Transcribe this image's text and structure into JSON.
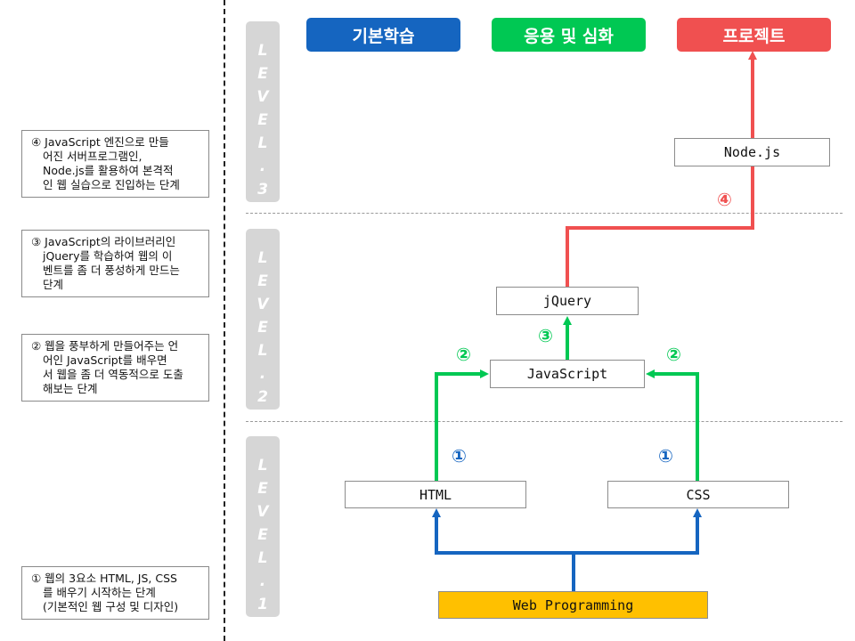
{
  "categories": [
    {
      "label": "기본학습",
      "color": "#1565c0"
    },
    {
      "label": "응용 및 심화",
      "color": "#00c853"
    },
    {
      "label": "프로젝트",
      "color": "#f05050"
    }
  ],
  "levels": [
    {
      "letters": [
        "L",
        "E",
        "V",
        "E",
        "L",
        ".",
        "3"
      ]
    },
    {
      "letters": [
        "L",
        "E",
        "V",
        "E",
        "L",
        ".",
        "2"
      ]
    },
    {
      "letters": [
        "L",
        "E",
        "V",
        "E",
        "L",
        ".",
        "1"
      ]
    }
  ],
  "notes": [
    {
      "lines": [
        "④ JavaScript 엔진으로 만들",
        "어진 서버프로그램인,",
        "Node.js를 활용하여 본격적",
        "인 웹 실습으로 진입하는 단계"
      ]
    },
    {
      "lines": [
        "③ JavaScript의 라이브러리인",
        "jQuery를 학습하여 웹의 이",
        "벤트를 좀 더 풍성하게 만드는",
        "단계"
      ]
    },
    {
      "lines": [
        "② 웹을 풍부하게 만들어주는 언",
        "어인 JavaScript를 배우면",
        "서 웹을 좀 더 역동적으로 도출",
        "해보는 단계"
      ]
    },
    {
      "lines": [
        "① 웹의 3요소 HTML, JS, CSS",
        "를 배우기 시작하는 단계",
        "(기본적인 웹 구성 및 디자인)"
      ]
    }
  ],
  "nodes": {
    "nodejs": "Node.js",
    "jquery": "jQuery",
    "javascript": "JavaScript",
    "html": "HTML",
    "css": "CSS",
    "web": "Web Programming"
  },
  "steps": {
    "step4": "④",
    "step3": "③",
    "step2_left": "②",
    "step2_right": "②",
    "step1_left": "①",
    "step1_right": "①"
  },
  "colors": {
    "blue": "#1565c0",
    "green": "#00c853",
    "red": "#f05050",
    "web_fill": "#ffc000"
  }
}
